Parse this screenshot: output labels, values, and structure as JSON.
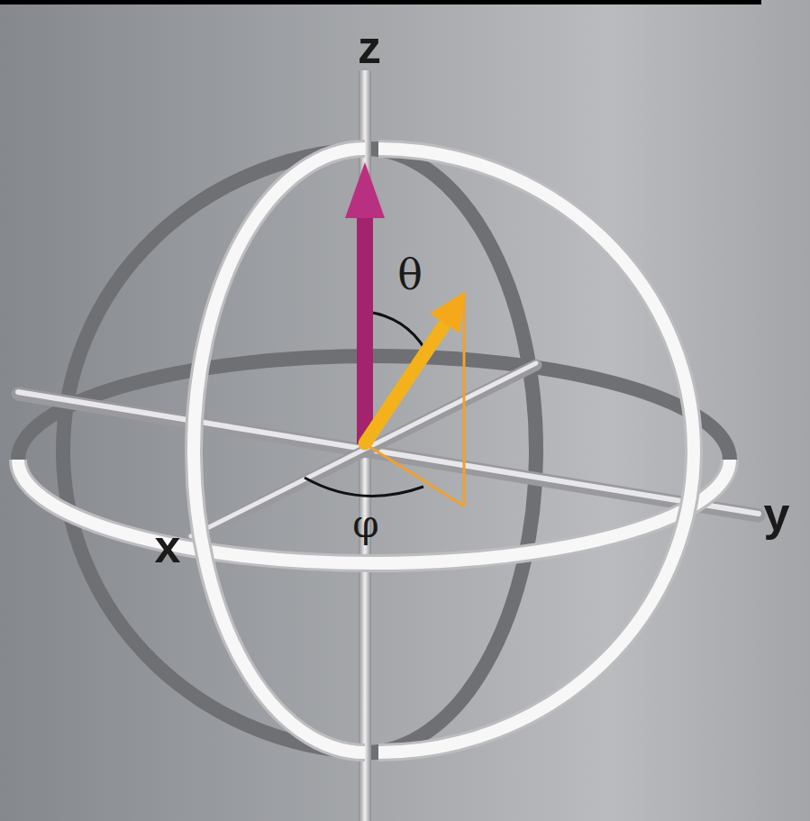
{
  "diagram": {
    "labels": [
      "z",
      "θ",
      "φ",
      "x",
      "y"
    ]
  }
}
